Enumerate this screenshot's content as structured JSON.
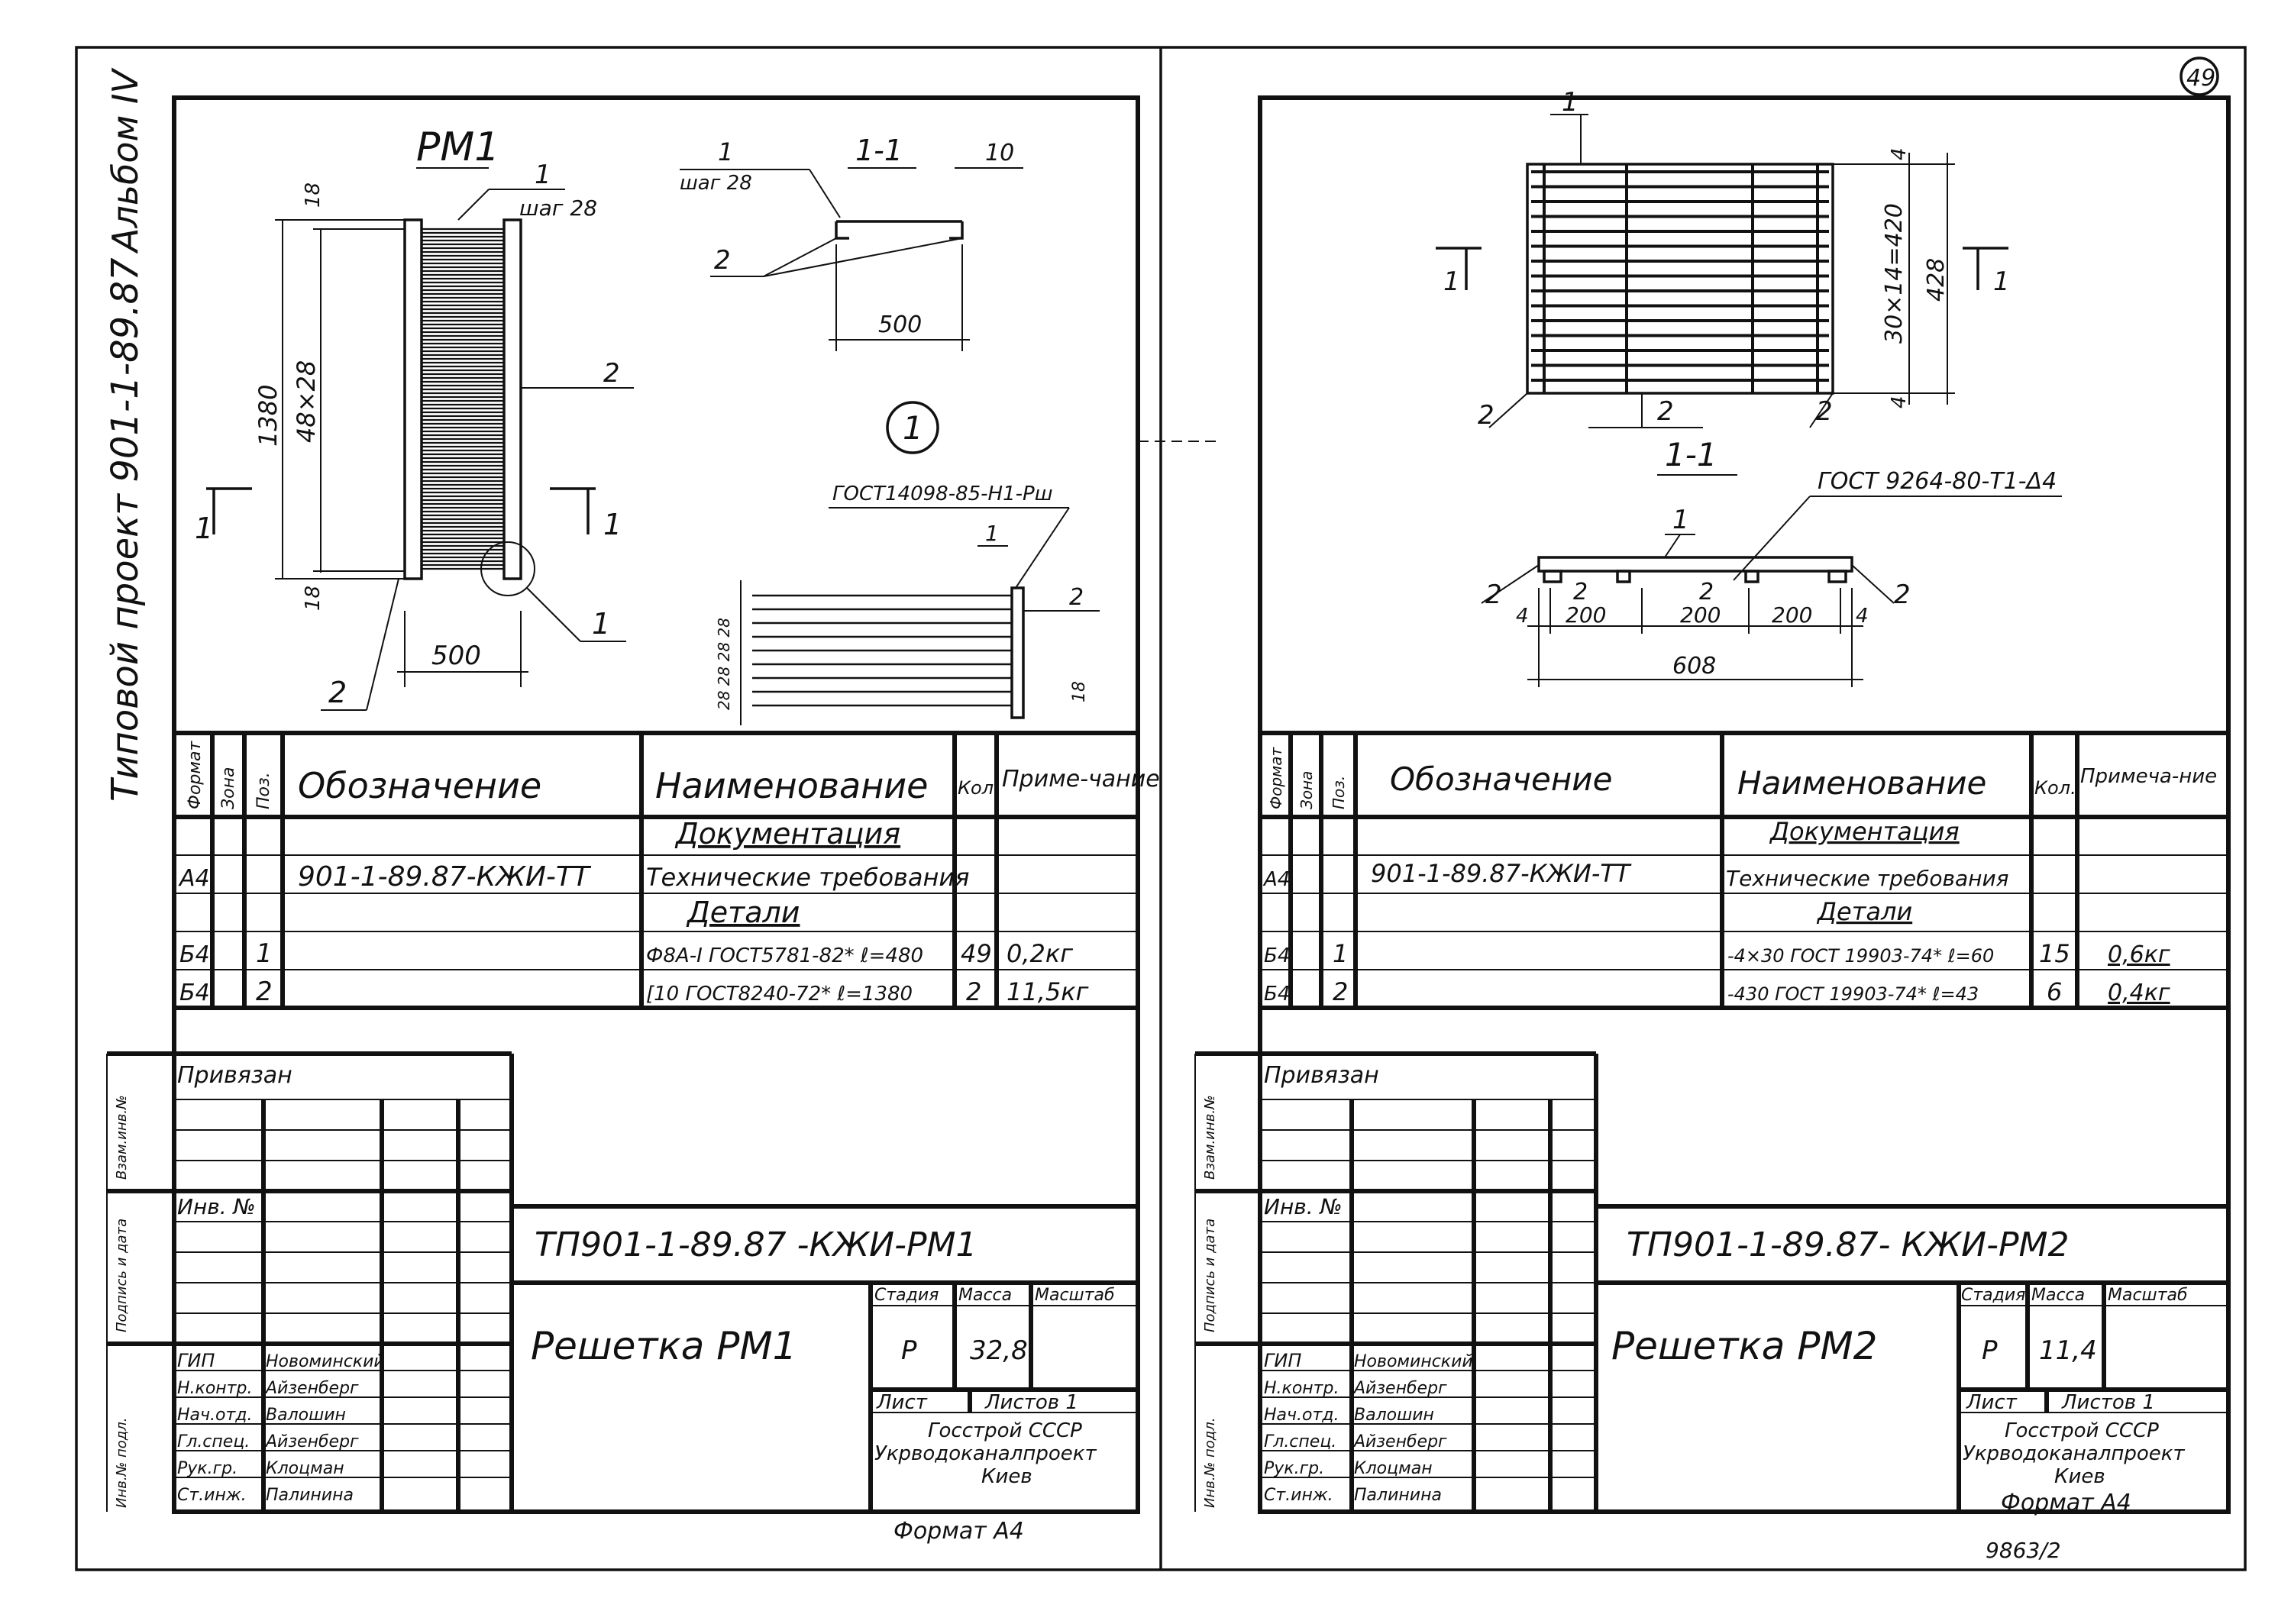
{
  "left_sheet": {
    "side_title": "Типовой проект 901-1-89.87",
    "album": "Альбом IV",
    "title": "РМ1",
    "labels": {
      "pos1": "1",
      "step": "шаг 28",
      "dim_top": "18",
      "dim_bot": "18",
      "dim_total": "1380",
      "dim_inner": "48×28",
      "pos2_right": "2",
      "section_mark": "1",
      "pos1_circle": "1",
      "pos2_bottom": "2",
      "width": "500",
      "sec_title": "1-1",
      "sec_pos1": "1",
      "sec_step": "шаг 28",
      "sec_10": "10",
      "sec_pos2": "2",
      "sec_500": "500",
      "node": "1",
      "node_gost": "ГОСТ14098-85-Н1-Рш",
      "node_pos1": "1",
      "node_pos2": "2",
      "node_dims": "28 28 28 28",
      "node_18": "18"
    },
    "spec": {
      "headers": {
        "format": "Формат",
        "zone": "Зона",
        "pos": "Поз.",
        "designation": "Обозначение",
        "name": "Наименование",
        "qty": "Кол.",
        "note": "Приме-чание"
      },
      "section_docs": "Документация",
      "row_docs": {
        "format": "А4",
        "pos": "",
        "designation": "901-1-89.87-КЖИ-ТТ",
        "name": "Технические требования",
        "qty": "",
        "note": ""
      },
      "section_parts": "Детали",
      "rows": [
        {
          "format": "Б4",
          "pos": "1",
          "designation": "",
          "name": "Ф8А-I ГОСТ5781-82* ℓ=480",
          "qty": "49",
          "note": "0,2кг"
        },
        {
          "format": "Б4",
          "pos": "2",
          "designation": "",
          "name": "[10 ГОСТ8240-72* ℓ=1380",
          "qty": "2",
          "note": "11,5кг"
        }
      ]
    },
    "stamp": {
      "privyazan": "Привязан",
      "inv": "Инв. №",
      "code": "ТП901-1-89.87 -КЖИ-РМ1",
      "name": "Решетка РМ1",
      "stage_h": "Стадия",
      "mass_h": "Масса",
      "scale_h": "Масштаб",
      "stage": "Р",
      "mass": "32,8",
      "scale": "",
      "sheet": "Лист",
      "sheets": "Листов 1",
      "org": [
        "Госстрой СССР",
        "Укрводоканалпроект",
        "Киев"
      ],
      "people": [
        [
          "ГИП",
          "Новоминский"
        ],
        [
          "Н.контр.",
          "Айзенберг"
        ],
        [
          "Нач.отд.",
          "Валошин"
        ],
        [
          "Гл.спец.",
          "Айзенберг"
        ],
        [
          "Рук.гр.",
          "Клоцман"
        ],
        [
          "Ст.инж.",
          "Палинина"
        ]
      ],
      "format": "Формат А4",
      "side": [
        "Инв.№ подл.",
        "Подпись и дата",
        "Взам.инв.№"
      ]
    }
  },
  "right_sheet": {
    "sheet_num": "49",
    "labels": {
      "pos1": "1",
      "sec_mark": "1",
      "dim_4a": "4",
      "dim_mid": "30×14=420",
      "dim_428": "428",
      "dim_4b": "4",
      "pos2a": "2",
      "pos2b": "2",
      "pos2c": "2",
      "sec_title": "1-1",
      "gost": "ГОСТ 9264-80-Т1-Δ4",
      "s_pos1": "1",
      "s_pos2": [
        "2",
        "2",
        "2",
        "2"
      ],
      "d4a": "4",
      "d200a": "200",
      "d200b": "200",
      "d200c": "200",
      "d4b": "4",
      "d608": "608"
    },
    "spec": {
      "headers": {
        "format": "Формат",
        "zone": "Зона",
        "pos": "Поз.",
        "designation": "Обозначение",
        "name": "Наименование",
        "qty": "Кол.",
        "note": "Примеча-ние"
      },
      "section_docs": "Документация",
      "row_docs": {
        "format": "А4",
        "pos": "",
        "designation": "901-1-89.87-КЖИ-ТТ",
        "name": "Технические требования",
        "qty": "",
        "note": ""
      },
      "section_parts": "Детали",
      "rows": [
        {
          "format": "Б4",
          "pos": "1",
          "designation": "",
          "name": "-4×30 ГОСТ 19903-74* ℓ=60",
          "qty": "15",
          "note": "0,6кг"
        },
        {
          "format": "Б4",
          "pos": "2",
          "designation": "",
          "name": "-430 ГОСТ 19903-74* ℓ=43",
          "qty": "6",
          "note": "0,4кг"
        }
      ]
    },
    "stamp": {
      "privyazan": "Привязан",
      "inv": "Инв. №",
      "code": "ТП901-1-89.87- КЖИ-РМ2",
      "name": "Решетка РМ2",
      "stage_h": "Стадия",
      "mass_h": "Масса",
      "scale_h": "Масштаб",
      "stage": "Р",
      "mass": "11,4",
      "scale": "",
      "sheet": "Лист",
      "sheets": "Листов 1",
      "org": [
        "Госстрой СССР",
        "Укрводоканалпроект",
        "Киев"
      ],
      "people": [
        [
          "ГИП",
          "Новоминский"
        ],
        [
          "Н.контр.",
          "Айзенберг"
        ],
        [
          "Нач.отд.",
          "Валошин"
        ],
        [
          "Гл.спец.",
          "Айзенберг"
        ],
        [
          "Рук.гр.",
          "Клоцман"
        ],
        [
          "Ст.инж.",
          "Палинина"
        ]
      ],
      "format": "Формат А4",
      "side": [
        "Инв.№ подл.",
        "Подпись и дата",
        "Взам.инв.№"
      ],
      "doc_id": "9863/2"
    }
  }
}
